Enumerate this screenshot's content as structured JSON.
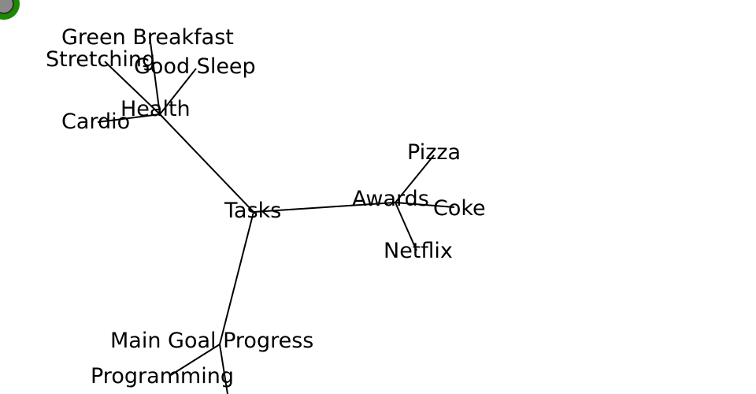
{
  "diagram": {
    "type": "mind-map",
    "root": "tasks",
    "nodes": {
      "tasks": "Tasks",
      "health": "Health",
      "green_breakfast": "Green Breakfast",
      "stretching": "Stretching",
      "good_sleep": "Good Sleep",
      "cardio": "Cardio",
      "awards": "Awards",
      "pizza": "Pizza",
      "coke": "Coke",
      "netflix": "Netflix",
      "main_goal_progress": "Main Goal Progress",
      "programming": "Programming"
    },
    "edges": [
      [
        "tasks",
        "health"
      ],
      [
        "tasks",
        "awards"
      ],
      [
        "tasks",
        "main_goal_progress"
      ],
      [
        "health",
        "green_breakfast"
      ],
      [
        "health",
        "stretching"
      ],
      [
        "health",
        "good_sleep"
      ],
      [
        "health",
        "cardio"
      ],
      [
        "awards",
        "pizza"
      ],
      [
        "awards",
        "coke"
      ],
      [
        "awards",
        "netflix"
      ],
      [
        "main_goal_progress",
        "programming"
      ]
    ]
  },
  "colors": {
    "edge": "#000000",
    "badge_ring": "#1a8a00",
    "badge_fill": "#8a8a8a"
  }
}
